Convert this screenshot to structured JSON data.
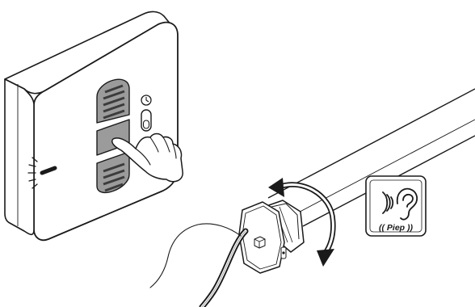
{
  "sound_badge": {
    "label": "(( Piep ))",
    "icon": "ear-with-sound-waves"
  },
  "control_unit": {
    "buttons": [
      "up-button",
      "stop-button",
      "down-button"
    ],
    "mode_icon": "clock-icon",
    "mode_switch": "timer-switch",
    "indicator": "status-led-blinking"
  },
  "motor": {
    "cable_icon": "power-cable",
    "rotation": "rotating-arrow"
  },
  "colors": {
    "line": "#1a1a1a",
    "button_gray": "#9b9b9b",
    "button_dark": "#6e6e6e",
    "background": "#ffffff"
  }
}
